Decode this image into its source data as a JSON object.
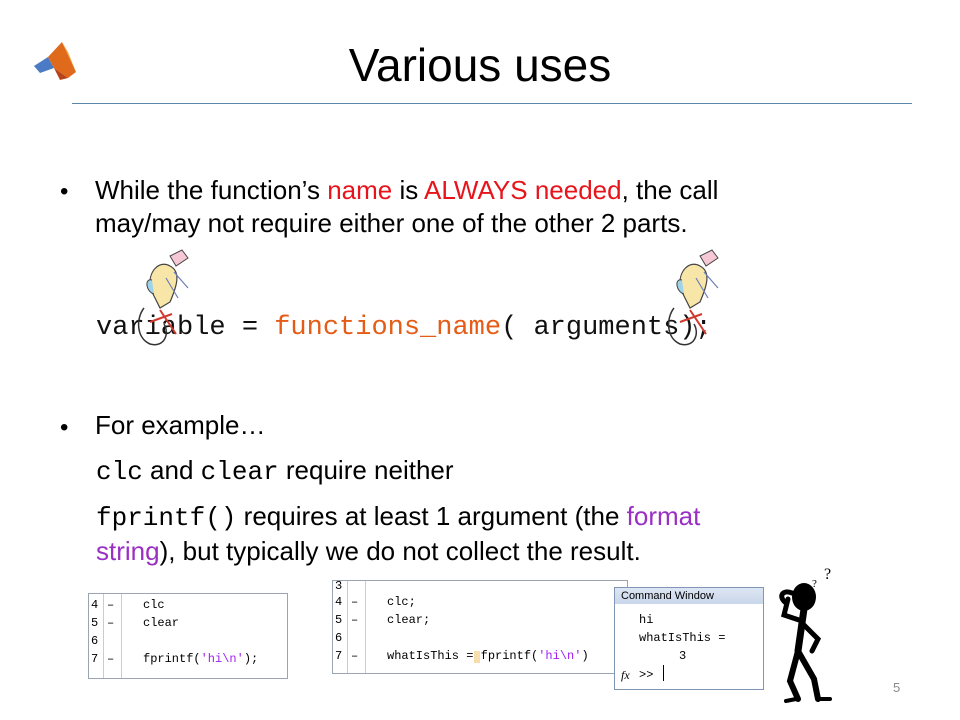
{
  "slide": {
    "title": "Various uses",
    "page_number": "5",
    "bullet1": {
      "part1": "While the function’s ",
      "name_word": "name",
      "part2": " is ",
      "always_needed": "ALWAYS needed",
      "part3": ", the call",
      "line2": "may/may not require either one of the other 2 parts."
    },
    "syntax": {
      "variable": "variable",
      "equals": " = ",
      "fn_name": "functions_name",
      "args": "( arguments);"
    },
    "bullet2": {
      "intro": "For example…",
      "line1_code1": "clc",
      "line1_mid": " and ",
      "line1_code2": "clear",
      "line1_end": " require neither",
      "line2_code": "fprintf()",
      "line2_text": "  requires at least 1 argument (the ",
      "format_word": "format",
      "line3_string": "string",
      "line3_rest": "), but typically we do not collect the result."
    },
    "colors": {
      "accent_red": "#e8141c",
      "fn_orange": "#e45c16",
      "purple": "#9a2fc4",
      "rule": "#5a86a8"
    }
  },
  "editor1": {
    "rows": [
      {
        "ln": "4",
        "dash": "–",
        "code": "clc"
      },
      {
        "ln": "5",
        "dash": "–",
        "code": "clear"
      },
      {
        "ln": "6",
        "dash": "",
        "code": ""
      },
      {
        "ln": "7",
        "dash": "–",
        "code": "fprintf(",
        "str": "'hi\\n'",
        "tail": ");"
      }
    ]
  },
  "editor2": {
    "rows": [
      {
        "ln": "3",
        "dash": "",
        "code": ""
      },
      {
        "ln": "4",
        "dash": "–",
        "code": "clc;"
      },
      {
        "ln": "5",
        "dash": "–",
        "code": "clear;"
      },
      {
        "ln": "6",
        "dash": "",
        "code": ""
      },
      {
        "ln": "7",
        "dash": "–",
        "code": "whatIsThis = fprintf(",
        "str": "'hi\\n'",
        "tail": ")"
      }
    ]
  },
  "command_window": {
    "title": "Command Window",
    "line1": "hi",
    "line2": "whatIsThis =",
    "line3": "3",
    "fx": "fx",
    "prompt": ">>"
  }
}
